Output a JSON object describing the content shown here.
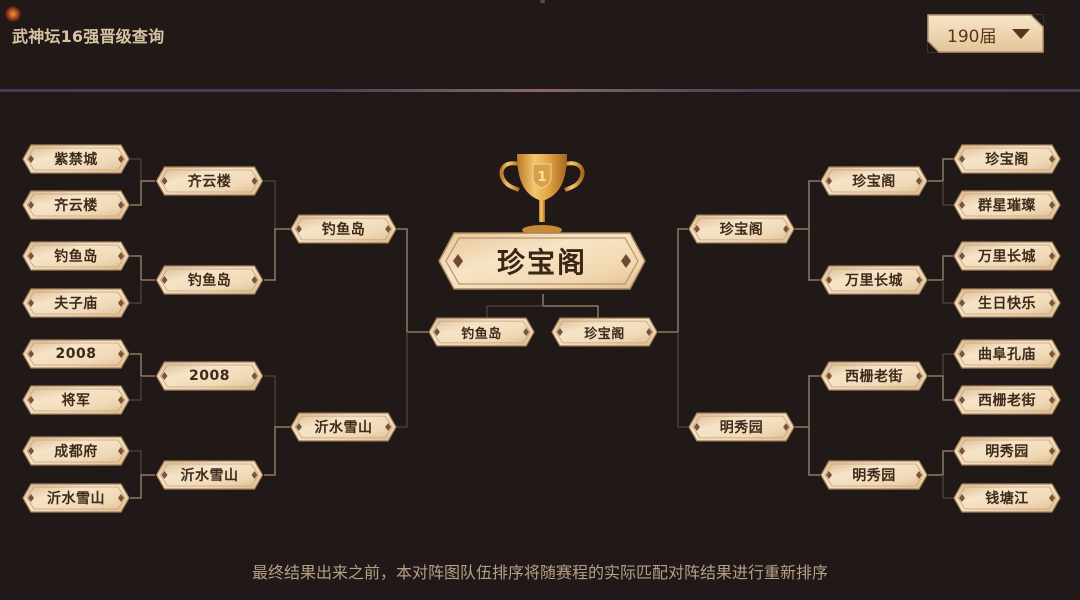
{
  "header": {
    "title": "武神坛16强晋级查询",
    "season_select": {
      "value": "190届",
      "icon": "chevron-down-icon"
    }
  },
  "colors": {
    "background": "#201917",
    "node_fill_light": "#f4e1c4",
    "node_fill_dark": "#d8b68c",
    "node_border": "#a07a55",
    "node_text": "#3e2a1c",
    "line_winner": "#8f7a64",
    "line_loser": "#4a3e37",
    "footer_text": "#b59f86"
  },
  "bracket": {
    "left": {
      "round_of_16": [
        "紫禁城",
        "齐云楼",
        "钓鱼岛",
        "夫子庙",
        "2008",
        "将军",
        "成都府",
        "沂水雪山"
      ],
      "quarterfinals": [
        "齐云楼",
        "钓鱼岛",
        "2008",
        "沂水雪山"
      ],
      "semifinals": [
        "钓鱼岛",
        "沂水雪山"
      ],
      "final": "钓鱼岛"
    },
    "right": {
      "round_of_16": [
        "珍宝阁",
        "群星璀璨",
        "万里长城",
        "生日快乐",
        "曲阜孔庙",
        "西栅老街",
        "明秀园",
        "钱塘江"
      ],
      "quarterfinals": [
        "珍宝阁",
        "万里长城",
        "西栅老街",
        "明秀园"
      ],
      "semifinals": [
        "珍宝阁",
        "明秀园"
      ],
      "final": "珍宝阁"
    },
    "champion": "珍宝阁",
    "trophy_rank": "1"
  },
  "footer": {
    "note": "最终结果出来之前，本对阵图队伍排序将随赛程的实际匹配对阵结果进行重新排序"
  }
}
